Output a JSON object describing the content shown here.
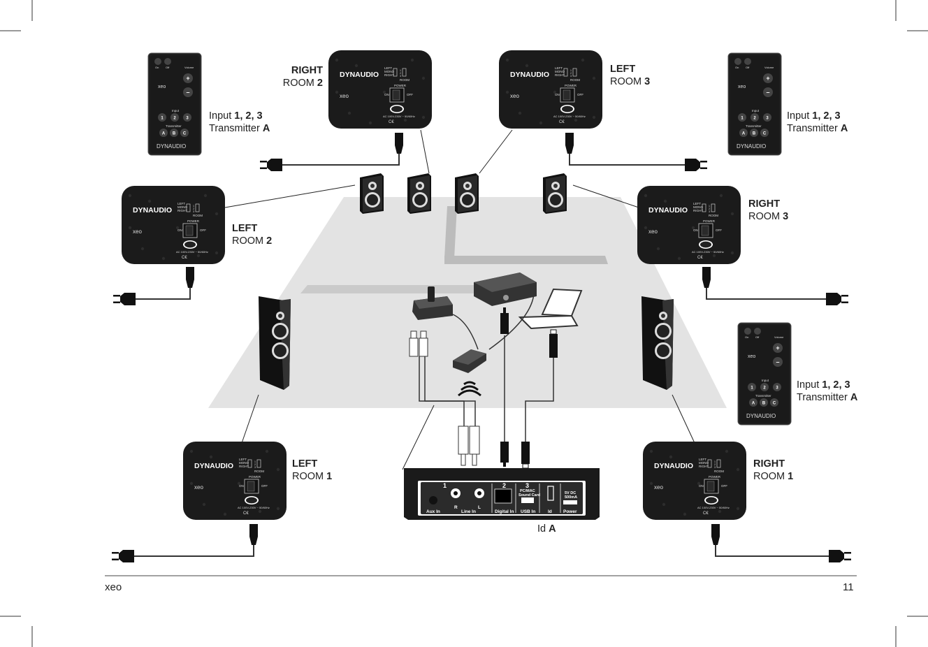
{
  "brand": {
    "logo": "DYNAUDIO",
    "product": "xeo"
  },
  "speaker_labels": [
    {
      "id": "right-room-2",
      "side": "RIGHT",
      "room": "ROOM",
      "num": "2"
    },
    {
      "id": "left-room-3",
      "side": "LEFT",
      "room": "ROOM",
      "num": "3"
    },
    {
      "id": "left-room-2",
      "side": "LEFT",
      "room": "ROOM",
      "num": "2"
    },
    {
      "id": "right-room-3",
      "side": "RIGHT",
      "room": "ROOM",
      "num": "3"
    },
    {
      "id": "left-room-1",
      "side": "LEFT",
      "room": "ROOM",
      "num": "1"
    },
    {
      "id": "right-room-1",
      "side": "RIGHT",
      "room": "ROOM",
      "num": "1"
    }
  ],
  "remote_labels": {
    "input_prefix": "Input",
    "input_values": "1, 2, 3",
    "transmitter_prefix": "Transmitter",
    "transmitter_value": "A"
  },
  "remote": {
    "on": "On",
    "off": "Off",
    "volume": "Volume",
    "input": "Input",
    "transmitter": "Transmitter",
    "num_keys": [
      "1",
      "2",
      "3"
    ],
    "tx_keys": [
      "A",
      "B",
      "C"
    ],
    "plus": "+",
    "minus": "–"
  },
  "speaker_panel": {
    "left": "LEFT",
    "mono": "MONO",
    "right": "RIGHT",
    "room": "ROOM",
    "room_nums": [
      "1",
      "2",
      "3"
    ],
    "power": "POWER",
    "on": "ON",
    "off": "OFF",
    "mains": "AC 100V-230V ~ 50/60Hz",
    "ce": "C€"
  },
  "transmitter": {
    "nums": [
      "1",
      "2",
      "3"
    ],
    "r": "R",
    "l": "L",
    "pc_mac": "PC/MAC",
    "sound_card": "Sound Card",
    "dc": "5V DC",
    "current": "500mA",
    "aux_in": "Aux In",
    "line_in": "Line In",
    "digital_in": "Digital In",
    "usb_in": "USB In",
    "id": "Id",
    "power": "Power",
    "id_label_prefix": "Id",
    "id_label_value": "A"
  },
  "footer": {
    "logo": "xeo",
    "page_number": "11"
  }
}
